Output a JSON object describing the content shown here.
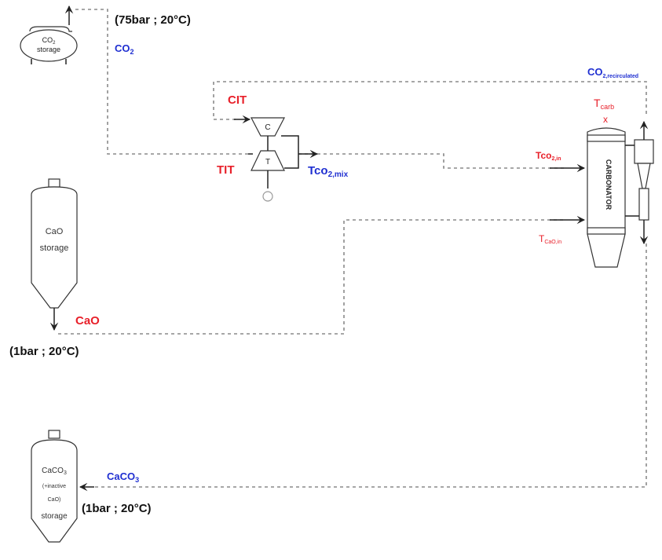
{
  "colors": {
    "red": "#e8202a",
    "blue": "#1f2fd1",
    "black": "#111111"
  },
  "labels": {
    "co2_storage_cond": "(75bar ; 20°C)",
    "co2": "CO",
    "co2_sub": "2",
    "co2_recirc": "CO",
    "co2_recirc_sub": "2,recirculated",
    "cit": "CIT",
    "tit": "TIT",
    "tco2mix": "Tco",
    "tco2mix_sub": "2,mix",
    "tcarb": "T",
    "tcarb_sub": "carb",
    "tcarb_mark": "x",
    "tco2in": "Tco",
    "tco2in_sub": "2,in",
    "tcaoin": "T",
    "tcaoin_sub": "CaO,in",
    "cao": "CaO",
    "cao_cond": "(1bar ; 20°C)",
    "caco3": "CaCO",
    "caco3_sub": "3",
    "caco3_cond": "(1bar ; 20°C)",
    "compressor": "C",
    "turbine": "T",
    "carbonator": "CARBONATOR"
  },
  "equipment": {
    "co2_storage": {
      "line1": "CO",
      "line1_sub": "2",
      "line2": "storage"
    },
    "cao_storage": {
      "line1": "CaO",
      "line2": "storage"
    },
    "caco3_storage": {
      "line1": "CaCO",
      "line1_sub": "3",
      "line2": "(+inactive",
      "line3": "CaO)",
      "line4": "storage"
    }
  }
}
